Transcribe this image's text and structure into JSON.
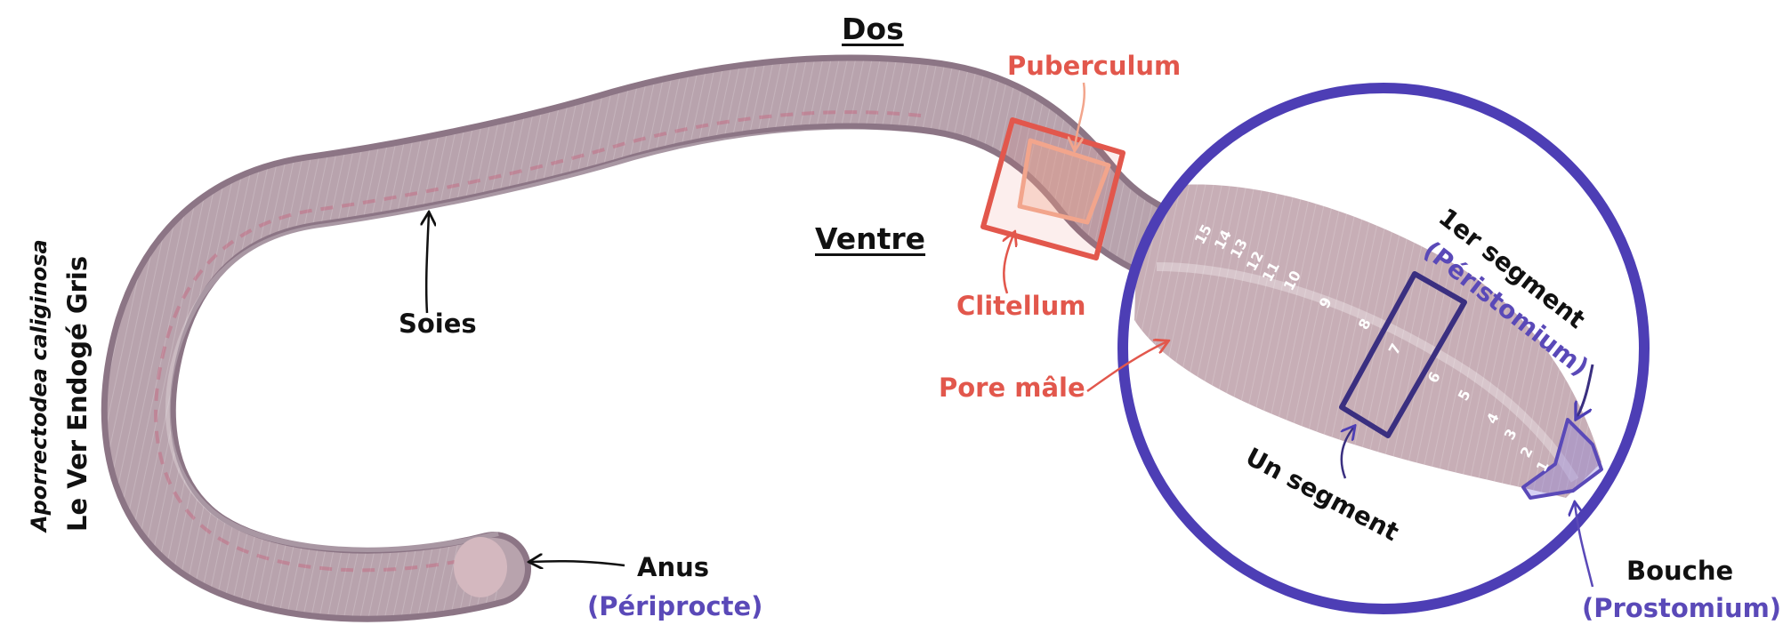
{
  "title": {
    "main": "Le Ver Endogé Gris",
    "species": "Aporrectodea caliginosa"
  },
  "orientation": {
    "dorsal": "Dos",
    "ventral": "Ventre"
  },
  "labels": {
    "puberculum": "Puberculum",
    "clitellum": "Clitellum",
    "pore_male": "Pore mâle",
    "soies": "Soies",
    "anus": "Anus",
    "periprocte": "(Périprocte)",
    "first_segment": "1er segment",
    "peristomium": "(Péristomium)",
    "one_segment": "Un segment",
    "mouth": "Bouche",
    "prostomium": "(Prostomium)"
  },
  "segment_numbers": [
    "1",
    "2",
    "3",
    "4",
    "5",
    "6",
    "7",
    "8",
    "9",
    "10",
    "11",
    "12",
    "13",
    "14",
    "15"
  ],
  "colors": {
    "worm_body": "#b8a3ad",
    "worm_dark": "#8c7585",
    "clitellum_red": "#e2574c",
    "puberculum_pink": "#f2a58c",
    "zoom_circle": "#4d3eb5",
    "segment_marker": "#3a2f80",
    "annotation_black": "#111111"
  }
}
